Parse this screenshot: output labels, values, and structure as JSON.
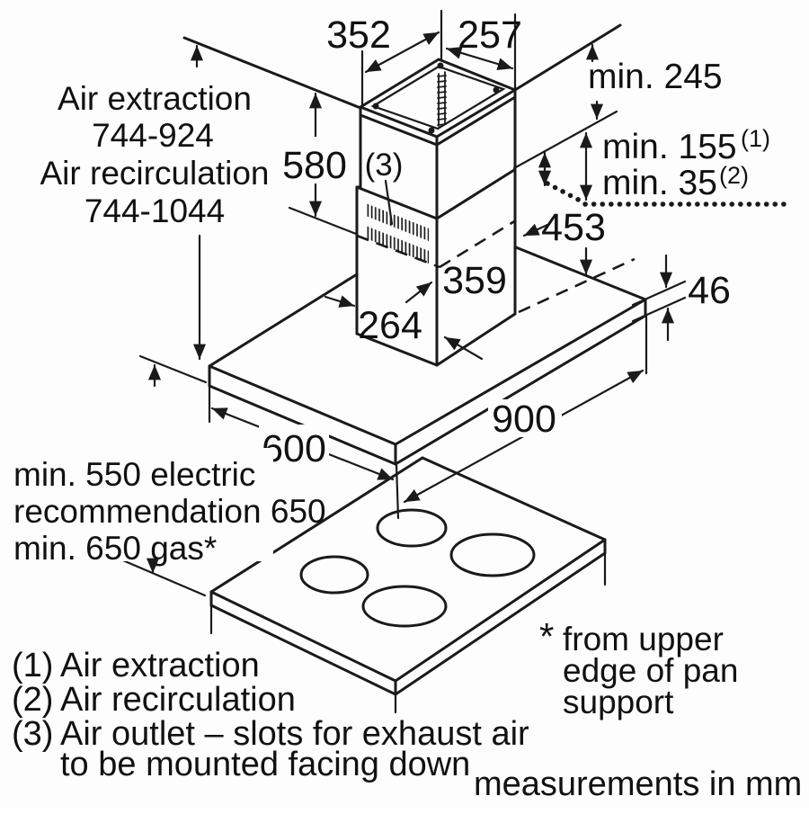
{
  "diagram": {
    "top": {
      "d352": "352",
      "d257": "257"
    },
    "left": {
      "extraction_label": "Air extraction",
      "extraction_range": "744-924",
      "recirculation_label": "Air recirculation",
      "recirculation_range": "744-1044",
      "d580": "580"
    },
    "right": {
      "min245": "min. 245",
      "min155": "min. 155",
      "min155_ref": "(1)",
      "min35": "min. 35",
      "min35_ref": "(2)",
      "d453": "453",
      "d46": "46"
    },
    "chimney": {
      "ref3": "(3)",
      "d359": "359",
      "d264": "264"
    },
    "canopy": {
      "d600": "600",
      "d900": "900"
    },
    "clearance": {
      "line1": "min. 550 electric",
      "line2": "recommendation 650",
      "line3": "min. 650 gas*"
    },
    "legend": {
      "items": [
        {
          "num": "(1)",
          "text": "Air extraction"
        },
        {
          "num": "(2)",
          "text": "Air recirculation"
        },
        {
          "num": "(3)",
          "text": "Air outlet – slots for exhaust air",
          "text2": "to be mounted facing down"
        }
      ]
    },
    "footnote": {
      "marker": "*",
      "line1": "from upper",
      "line2": "edge of pan",
      "line3": "support"
    },
    "units_note": "measurements in mm",
    "colors": {
      "line": "#1a1a1a",
      "background": "#fdfdfd"
    }
  }
}
